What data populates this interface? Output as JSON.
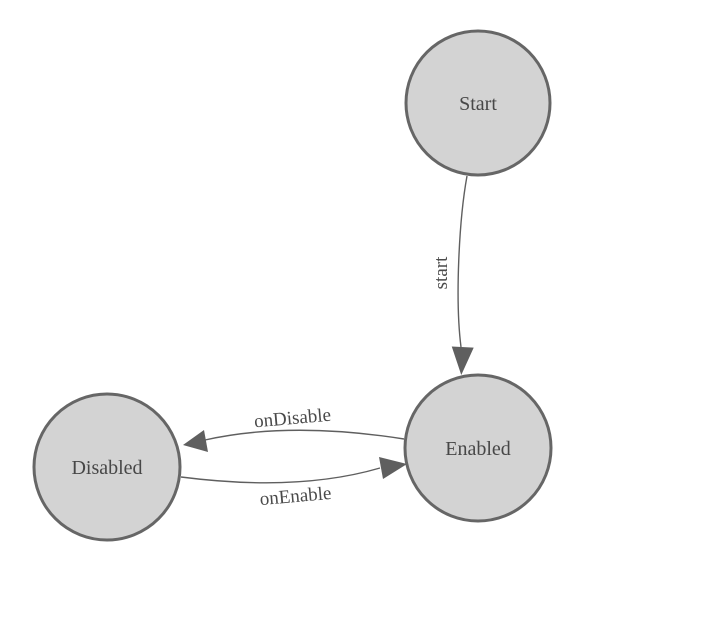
{
  "diagram": {
    "type": "state-diagram",
    "background_color": "#ffffff",
    "colors": {
      "node_fill": "#d3d3d3",
      "node_border": "#666666",
      "edge_line": "#5f5f5f",
      "arrowhead": "#5f5f5f",
      "label_text": "#474747"
    },
    "nodes": [
      {
        "id": "start",
        "label": "Start"
      },
      {
        "id": "enabled",
        "label": "Enabled"
      },
      {
        "id": "disabled",
        "label": "Disabled"
      }
    ],
    "edges": [
      {
        "from": "Start",
        "to": "Enabled",
        "label": "start"
      },
      {
        "from": "Enabled",
        "to": "Disabled",
        "label": "onDisable"
      },
      {
        "from": "Disabled",
        "to": "Enabled",
        "label": "onEnable"
      }
    ]
  }
}
